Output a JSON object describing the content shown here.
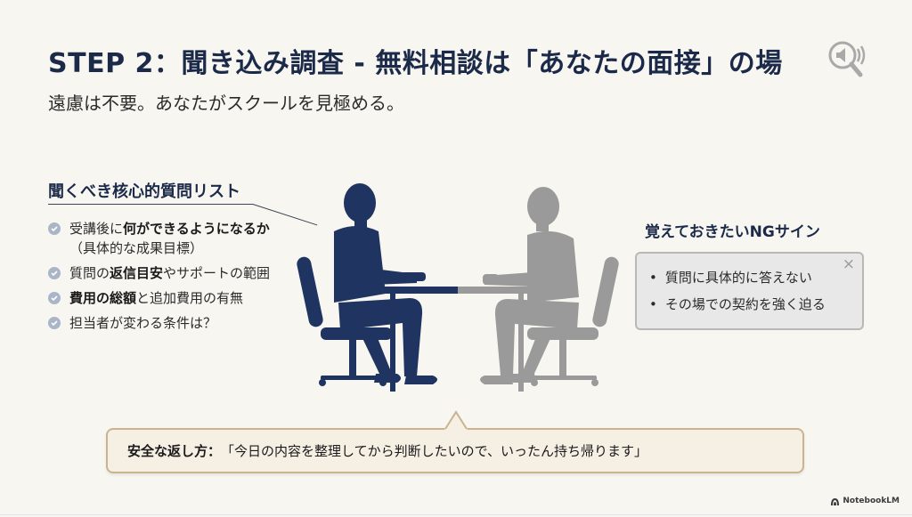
{
  "title": "STEP 2：聞き込み調査 - 無料相談は「あなたの面接」の場",
  "subtitle": "遠慮は不要。あなたがスクールを見極める。",
  "icons": {
    "header": "speaker-search-icon",
    "check": "check-circle-icon",
    "close": "close-icon",
    "brand": "notebooklm-logo-icon"
  },
  "questions": {
    "heading": "聞くべき核心的質問リスト",
    "items": [
      {
        "pre": "受講後に",
        "bold": "何ができるようになるか",
        "post": "（具体的な成果目標）"
      },
      {
        "pre": "質問の",
        "bold": "返信目安",
        "post": "やサポートの範囲"
      },
      {
        "pre": "",
        "bold": "費用の総額",
        "post": "と追加費用の有無"
      },
      {
        "pre": "担当者が変わる条件は？",
        "bold": "",
        "post": ""
      }
    ]
  },
  "ng_signs": {
    "heading": "覚えておきたいNGサイン",
    "close_glyph": "×",
    "items": [
      "質問に具体的に答えない",
      "その場での契約を強く迫る"
    ]
  },
  "safe_reply": {
    "label": "安全な返し方：",
    "text": "「今日の内容を整理してから判断したいので、いったん持ち帰ります」"
  },
  "brand": "NotebookLM",
  "colors": {
    "background": "#f8f6f1",
    "navy": "#1c2a4a",
    "figure_navy": "#1f3460",
    "figure_gray": "#9a9a9a",
    "ng_box_bg": "#e8e8e8",
    "answer_bg": "#f5efe4",
    "answer_border": "#c9b48f"
  }
}
